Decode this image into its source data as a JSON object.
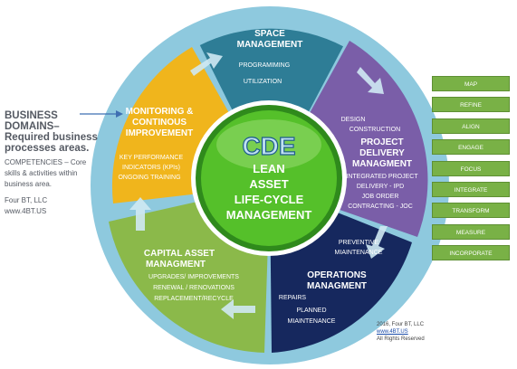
{
  "center": {
    "abbr": "CDE",
    "line1": "LEAN",
    "line2": "ASSET",
    "line3": "LIFE-CYCLE",
    "line4": "MANAGEMENT"
  },
  "segments": {
    "space": {
      "title1": "SPACE",
      "title2": "MANAGEMENT",
      "item1": "PROGRAMIMING",
      "item2": "UTILIZATION",
      "color": "#2e7d96"
    },
    "project": {
      "item1": "DESIGN",
      "item2": "CONSTRUCTION",
      "title1": "PROJECT",
      "title2": "DELIVERY",
      "title3": "MANAGMENT",
      "item3": "INTEGRATED PROJECT",
      "item4": "DELIVERY -  IPD",
      "item5": "JOB ORDER",
      "item6": "CONTRACTING - JOC",
      "color": "#7a5ea8"
    },
    "operations": {
      "item1": "PREVENTIVE",
      "item2": "MIAINTENANCE",
      "title1": "OPERATIONS",
      "title2": "MANAGMENT",
      "item3": "REPAIRS",
      "item4": "PLANNED",
      "item5": "MIAINTENANCE",
      "color": "#16285e"
    },
    "capital": {
      "title1": "CAPITAL ASSET",
      "title2": "MANAGMENT",
      "item1": "UPGRADES/ IMPROVEMENTS",
      "item2": "RENEWAL / RENOVATIONS",
      "item3": "REPLACEMENT/RECYCLE",
      "color": "#8bb94a"
    },
    "monitoring": {
      "title1": "MONITORING &",
      "title2": "CONTINOUS",
      "title3": "IMPROVEMENT",
      "item1": "KEY PERFORMANCE",
      "item2": "INDICATORS (KPIs)",
      "item3": "ONGOING TRAINING",
      "color": "#f0b51c"
    }
  },
  "left_panel": {
    "title1": "BUSINESS",
    "title2": "DOMAINS–",
    "title3": "Required business",
    "title4": "processes areas.",
    "sub1": "COMPETENCIES – Core",
    "sub2": "skills & activities within",
    "sub3": "business area.",
    "org1": "Four BT, LLC",
    "org2": "www.4BT.US"
  },
  "buttons": [
    "MAP",
    "REFINE",
    "ALIGN",
    "ENGAGE",
    "FOCUS",
    "INTEGRATE",
    "TRANSFORM",
    "MEASURE",
    "INCORPORATE"
  ],
  "copyright": {
    "line1": "2016, Four BT, LLC",
    "link": "www.4BT.US",
    "line3": "All Rights Reserved"
  },
  "colors": {
    "outer_ring": "#8ec9de",
    "center_green": "#55c02a",
    "center_ring": "#2f8a1c",
    "pointer": "#3f6fb2"
  }
}
